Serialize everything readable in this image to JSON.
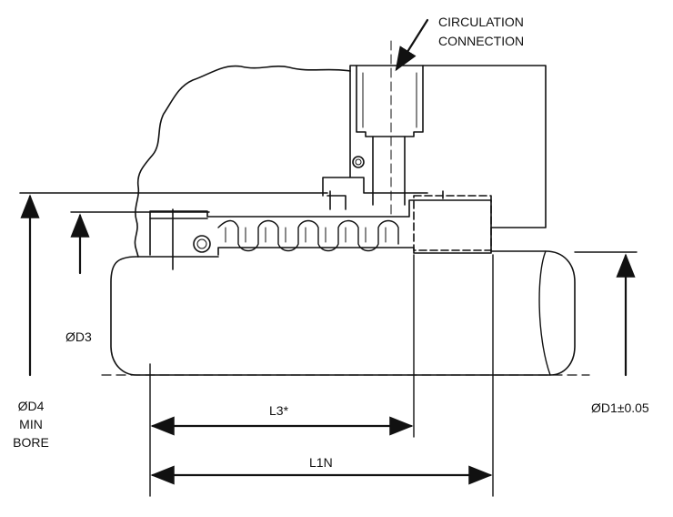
{
  "labels": {
    "circulation_line1": "CIRCULATION",
    "circulation_line2": "CONNECTION",
    "d3": "ØD3",
    "d4_line1": "ØD4",
    "d4_line2": "MIN",
    "d4_line3": "BORE",
    "d1": "ØD1±0.05",
    "l3": "L3*",
    "l1n": "L1N"
  },
  "colors": {
    "ink": "#111111",
    "background": "#ffffff"
  }
}
